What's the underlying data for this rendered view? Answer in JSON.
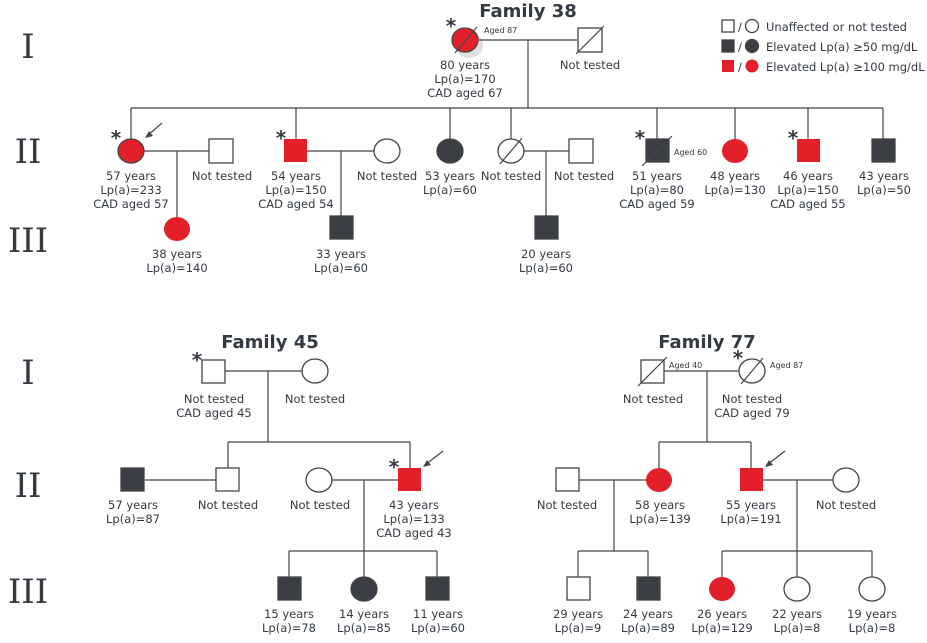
{
  "generations": [
    "I",
    "II",
    "III"
  ],
  "legend": [
    {
      "label": "Unaffected or not tested",
      "color": "#ffffff"
    },
    {
      "label": "Elevated Lp(a) ≥50 mg/dL",
      "color": "#3b3f45"
    },
    {
      "label": "Elevated Lp(a) ≥100 mg/dL",
      "color": "#e3202a"
    }
  ],
  "families": {
    "f38": {
      "title": "Family 38",
      "gen1": {
        "mother": {
          "age_tag": "Aged 87",
          "lines": [
            "80 years",
            "Lp(a)=170",
            "CAD aged 67"
          ]
        },
        "father": {
          "lines": [
            "Not tested"
          ]
        }
      },
      "gen2": [
        {
          "lines": [
            "57 years",
            "Lp(a)=233",
            "CAD aged 57"
          ]
        },
        {
          "lines": [
            "Not tested"
          ]
        },
        {
          "lines": [
            "54 years",
            "Lp(a)=150",
            "CAD aged 54"
          ]
        },
        {
          "lines": [
            "Not tested"
          ]
        },
        {
          "lines": [
            "53 years",
            "Lp(a)=60"
          ]
        },
        {
          "lines": [
            "Not tested"
          ]
        },
        {
          "lines": [
            "Not tested"
          ]
        },
        {
          "age_tag": "Aged 60",
          "lines": [
            "51 years",
            "Lp(a)=80",
            "CAD aged 59"
          ]
        },
        {
          "lines": [
            "48 years",
            "Lp(a)=130"
          ]
        },
        {
          "lines": [
            "46 years",
            "Lp(a)=150",
            "CAD aged 55"
          ]
        },
        {
          "lines": [
            "43 years",
            "Lp(a)=50"
          ]
        }
      ],
      "gen3": [
        {
          "lines": [
            "38 years",
            "Lp(a)=140"
          ]
        },
        {
          "lines": [
            "33 years",
            "Lp(a)=60"
          ]
        },
        {
          "lines": [
            "20 years",
            "Lp(a)=60"
          ]
        }
      ]
    },
    "f45": {
      "title": "Family 45",
      "gen1": {
        "father": {
          "lines": [
            "Not tested",
            "CAD aged 45"
          ]
        },
        "mother": {
          "lines": [
            "Not tested"
          ]
        }
      },
      "gen2": [
        {
          "lines": [
            "57 years",
            "Lp(a)=87"
          ]
        },
        {
          "lines": [
            "Not tested"
          ]
        },
        {
          "lines": [
            "Not tested"
          ]
        },
        {
          "lines": [
            "43 years",
            "Lp(a)=133",
            "CAD aged 43"
          ]
        }
      ],
      "gen3": [
        {
          "lines": [
            "15 years",
            "Lp(a)=78"
          ]
        },
        {
          "lines": [
            "14 years",
            "Lp(a)=85"
          ]
        },
        {
          "lines": [
            "11 years",
            "Lp(a)=60"
          ]
        }
      ]
    },
    "f77": {
      "title": "Family 77",
      "gen1": {
        "father": {
          "age_tag": "Aged 40",
          "lines": [
            "Not tested"
          ]
        },
        "mother": {
          "age_tag": "Aged 87",
          "lines": [
            "Not tested",
            "CAD aged 79"
          ]
        }
      },
      "gen2": [
        {
          "lines": [
            "Not tested"
          ]
        },
        {
          "lines": [
            "58 years",
            "Lp(a)=139"
          ]
        },
        {
          "lines": [
            "55 years",
            "Lp(a)=191"
          ]
        },
        {
          "lines": [
            "Not tested"
          ]
        }
      ],
      "gen3": [
        {
          "lines": [
            "29 years",
            "Lp(a)=9"
          ]
        },
        {
          "lines": [
            "24 years",
            "Lp(a)=89"
          ]
        },
        {
          "lines": [
            "26 years",
            "Lp(a)=129"
          ]
        },
        {
          "lines": [
            "22 years",
            "Lp(a)=8"
          ]
        },
        {
          "lines": [
            "19 years",
            "Lp(a)=8"
          ]
        }
      ]
    }
  }
}
